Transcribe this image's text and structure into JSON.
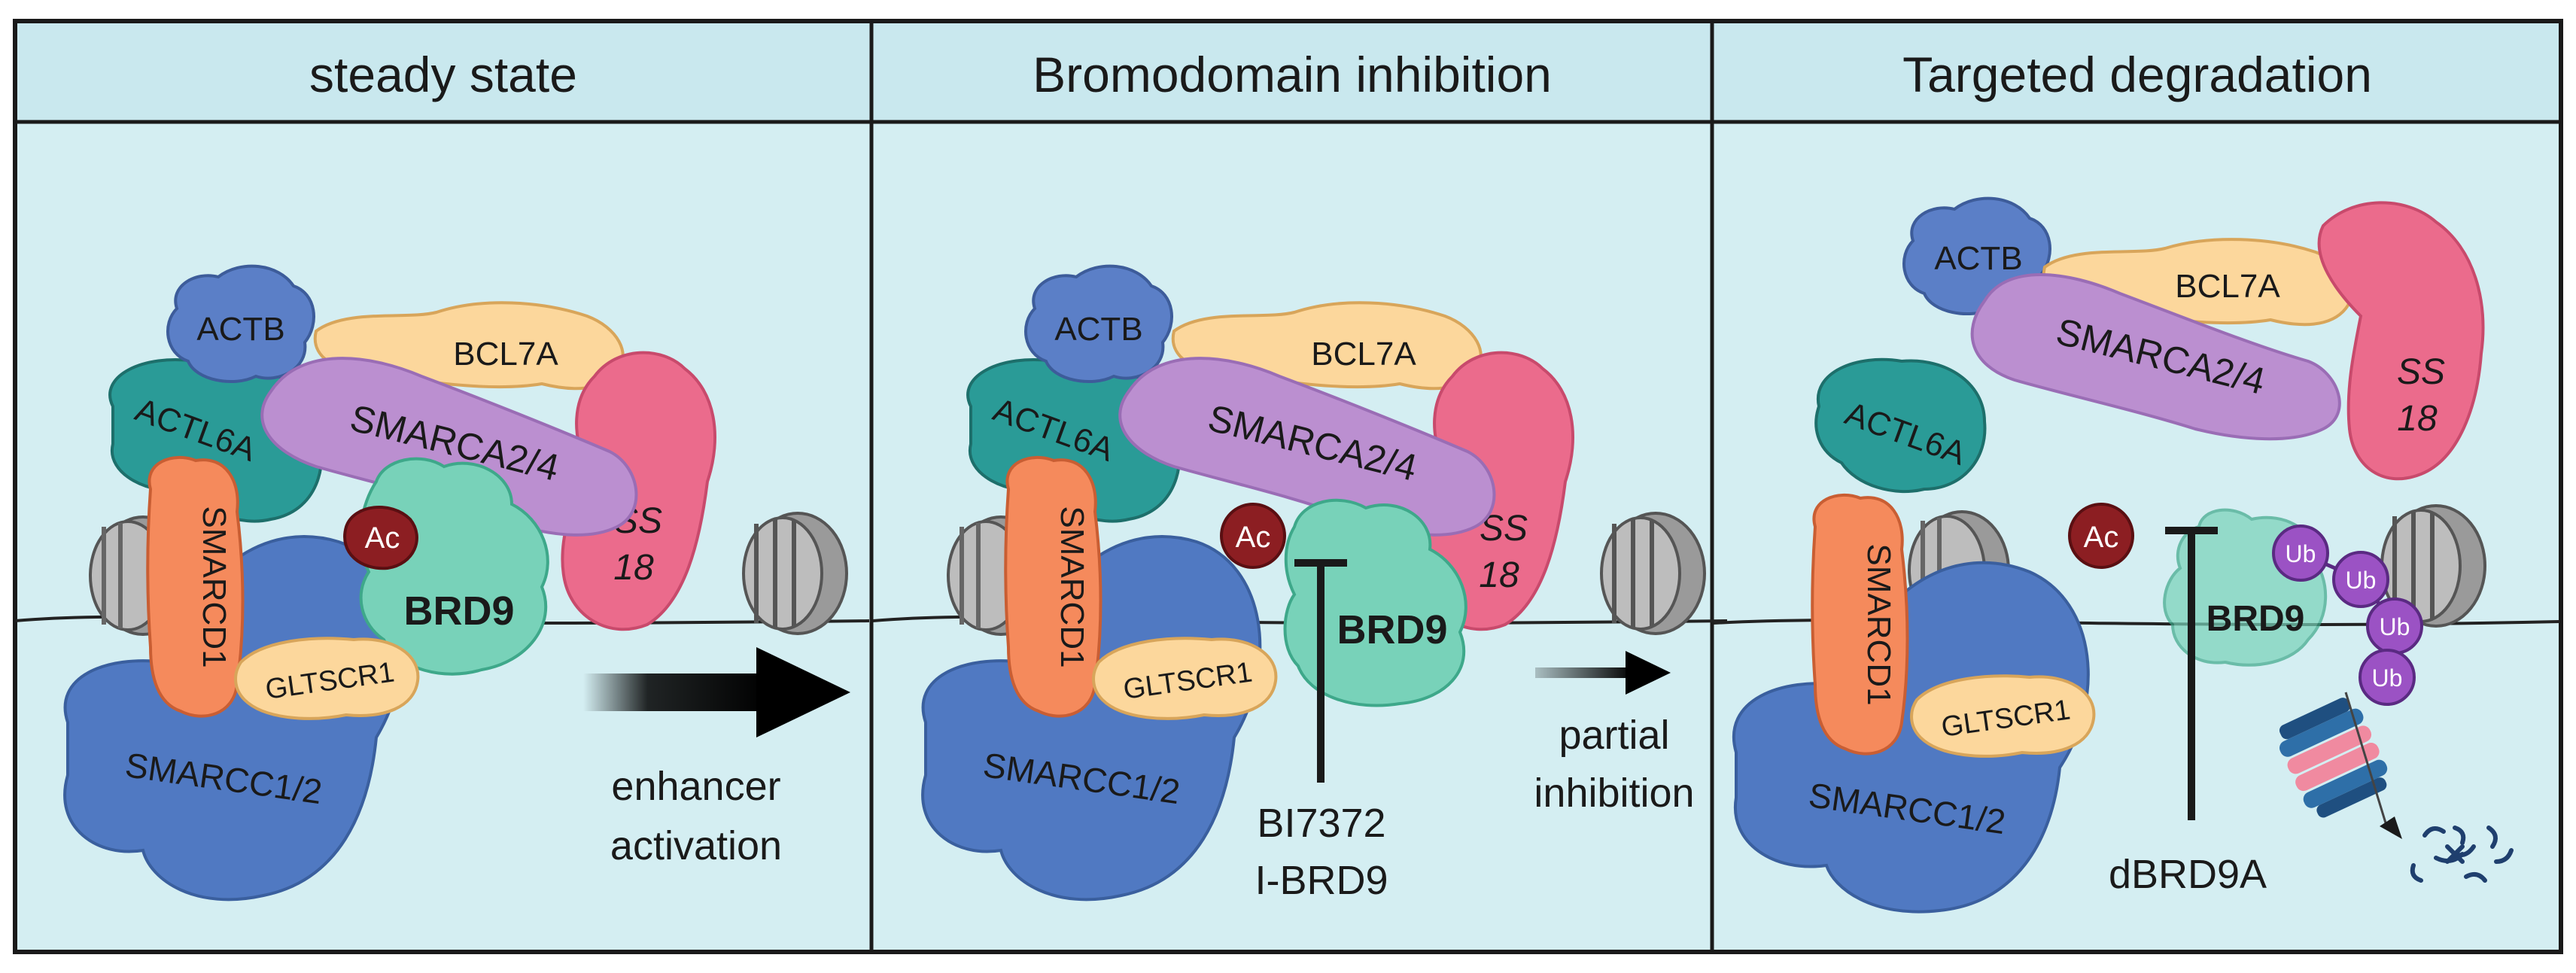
{
  "panels": [
    {
      "title": "steady state",
      "arrow_label_line1": "enhancer",
      "arrow_label_line2": "activation",
      "proteins": {
        "actb": "ACTB",
        "bcl7a": "BCL7A",
        "actl6a": "ACTL6A",
        "smarca": "SMARCA2/4",
        "ss18_line1": "SS",
        "ss18_line2": "18",
        "smarcd1": "SMARCD1",
        "ac": "Ac",
        "brd9": "BRD9",
        "gltscr1": "GLTSCR1",
        "smarcc": "SMARCC1/2"
      }
    },
    {
      "title": "Bromodomain inhibition",
      "arrow_label_line1": "partial",
      "arrow_label_line2": "inhibition",
      "inhibitor_line1": "BI7372",
      "inhibitor_line2": "I-BRD9",
      "proteins": {
        "actb": "ACTB",
        "bcl7a": "BCL7A",
        "actl6a": "ACTL6A",
        "smarca": "SMARCA2/4",
        "ss18_line1": "SS",
        "ss18_line2": "18",
        "smarcd1": "SMARCD1",
        "ac": "Ac",
        "brd9": "BRD9",
        "gltscr1": "GLTSCR1",
        "smarcc": "SMARCC1/2"
      }
    },
    {
      "title": "Targeted degradation",
      "inhibitor_line1": "dBRD9A",
      "ub_label": "Ub",
      "proteins": {
        "actb": "ACTB",
        "bcl7a": "BCL7A",
        "actl6a": "ACTL6A",
        "smarca": "SMARCA2/4",
        "ss18_line1": "SS",
        "ss18_line2": "18",
        "smarcd1": "SMARCD1",
        "ac": "Ac",
        "brd9": "BRD9",
        "gltscr1": "GLTSCR1",
        "smarcc": "SMARCC1/2"
      }
    }
  ],
  "colors": {
    "background": "#d4eef2",
    "header": "#c9e8ee",
    "border": "#1a1a1a",
    "actb": "#5b7fc7",
    "bcl7a": "#fcd79c",
    "actl6a": "#2a9b97",
    "smarca": "#bb8fd0",
    "ss18": "#eb6b8c",
    "smarcd1": "#f58a5c",
    "ac": "#8c1e22",
    "brd9": "#78d2b9",
    "gltscr1": "#fcd79c",
    "smarcc": "#5079c2",
    "nucleosome": "#8f8f8f",
    "ub": "#9b52c4",
    "proteasome_blue": "#2e6fa8",
    "proteasome_pink": "#f08aa0"
  }
}
